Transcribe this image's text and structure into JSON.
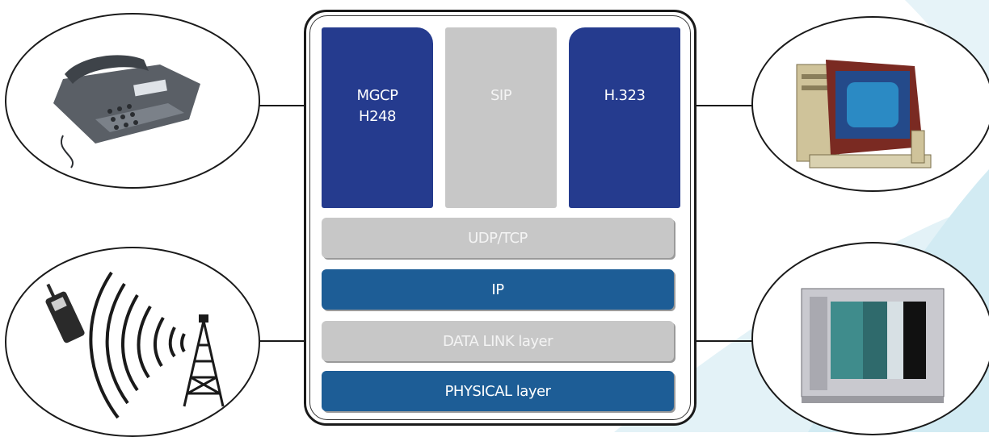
{
  "colors": {
    "protocol_blue": "#253b8e",
    "protocol_gray": "#c7c7c7",
    "layer_teal": "#1d5d96"
  },
  "stack": {
    "protocols": [
      {
        "line1": "MGCP",
        "line2": "H248"
      },
      {
        "line1": "SIP",
        "line2": ""
      },
      {
        "line1": "H.323",
        "line2": ""
      }
    ],
    "layers": [
      "UDP/TCP",
      "IP",
      "DATA LINK layer",
      "PHYSICAL layer"
    ]
  },
  "devices": [
    {
      "icon": "desk-phone-icon"
    },
    {
      "icon": "desktop-computer-icon"
    },
    {
      "icon": "mobile-phone-wireless-tower-icon"
    },
    {
      "icon": "television-icon"
    }
  ]
}
